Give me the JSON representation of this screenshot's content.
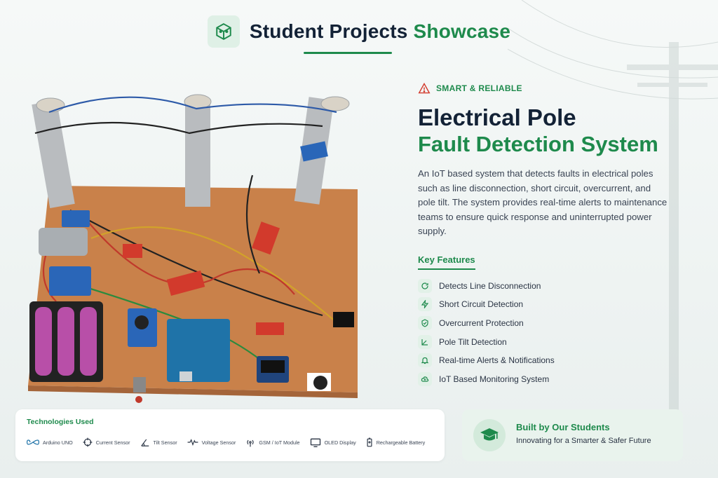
{
  "header": {
    "title_main": "Student Projects",
    "title_accent": "Showcase"
  },
  "tag": "SMART & RELIABLE",
  "heading": {
    "line1": "Electrical Pole",
    "line2": "Fault Detection System"
  },
  "description": "An IoT based system that detects faults in electrical poles such as line disconnection, short circuit, overcurrent, and pole tilt. The system provides real-time alerts to maintenance teams to ensure quick response and uninterrupted power supply.",
  "key_features": {
    "title": "Key Features",
    "items": [
      {
        "label": "Detects Line Disconnection",
        "icon": "refresh-icon"
      },
      {
        "label": "Short Circuit Detection",
        "icon": "lightning-icon"
      },
      {
        "label": "Overcurrent Protection",
        "icon": "shield-check-icon"
      },
      {
        "label": "Pole Tilt Detection",
        "icon": "angle-icon"
      },
      {
        "label": "Real-time Alerts & Notifications",
        "icon": "bell-icon"
      },
      {
        "label": "IoT Based Monitoring System",
        "icon": "cloud-icon"
      }
    ]
  },
  "technologies": {
    "title": "Technologies Used",
    "items": [
      {
        "label": "Arduino UNO",
        "icon": "infinity-icon"
      },
      {
        "label": "Current Sensor",
        "icon": "crosshair-icon"
      },
      {
        "label": "Tilt Sensor",
        "icon": "angle-icon"
      },
      {
        "label": "Voltage Sensor",
        "icon": "pulse-icon"
      },
      {
        "label": "GSM / IoT Module",
        "icon": "signal-icon"
      },
      {
        "label": "OLED Display",
        "icon": "monitor-icon"
      },
      {
        "label": "Rechargeable Battery",
        "icon": "battery-icon"
      }
    ]
  },
  "built": {
    "title": "Built by Our Students",
    "subtitle": "Innovating for a Smarter & Safer Future"
  },
  "colors": {
    "accent": "#1e8a4c",
    "dark": "#132236"
  }
}
